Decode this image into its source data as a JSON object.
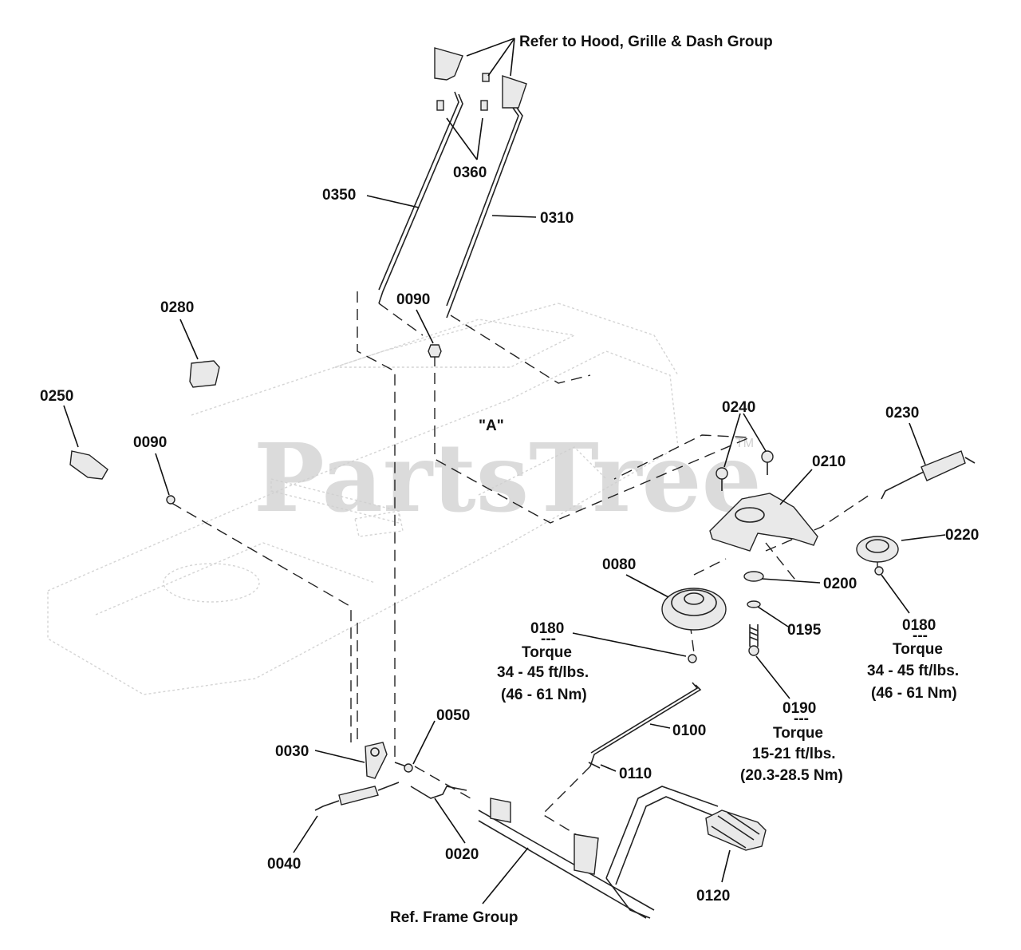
{
  "watermark": {
    "text": "PartsTree",
    "tm": "TM"
  },
  "callouts": {
    "hood_ref": "Refer to Hood, Grille & Dash Group",
    "frame_ref": "Ref. Frame Group",
    "view_a": "\"A\"",
    "p0360": "0360",
    "p0350": "0350",
    "p0310": "0310",
    "p0090_top": "0090",
    "p0280": "0280",
    "p0250": "0250",
    "p0090_left": "0090",
    "p0240": "0240",
    "p0230": "0230",
    "p0210": "0210",
    "p0220": "0220",
    "p0080": "0080",
    "p0200": "0200",
    "p0195": "0195",
    "p0180_left": "0180",
    "p0180_right": "0180",
    "p0190": "0190",
    "p0100": "0100",
    "p0110": "0110",
    "p0050": "0050",
    "p0030": "0030",
    "p0040": "0040",
    "p0020": "0020",
    "p0120": "0120"
  },
  "torque_notes": {
    "left": {
      "sep": "---",
      "title": "Torque",
      "line1": "34 - 45 ft/lbs.",
      "line2": "(46 - 61 Nm)"
    },
    "right": {
      "sep": "---",
      "title": "Torque",
      "line1": "34 - 45 ft/lbs.",
      "line2": "(46 - 61 Nm)"
    },
    "bolt": {
      "sep": "---",
      "title": "Torque",
      "line1": "15-21 ft/lbs.",
      "line2": "(20.3-28.5 Nm)"
    }
  }
}
